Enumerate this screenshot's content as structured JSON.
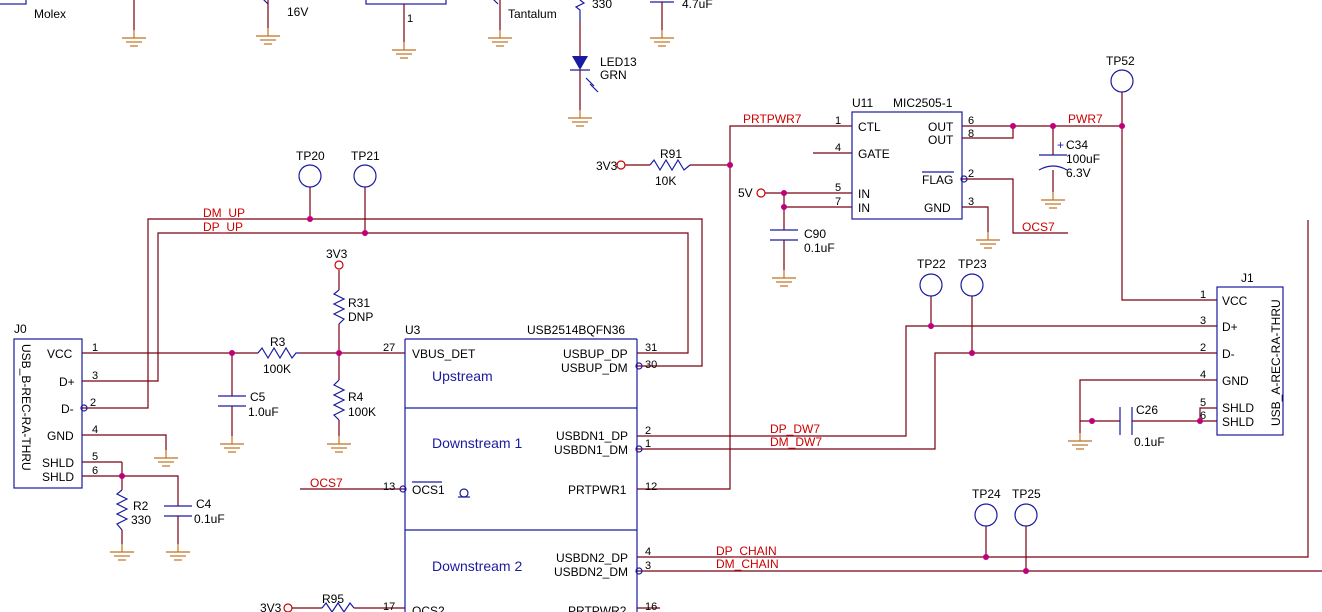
{
  "labels": {
    "top_molex": "Molex",
    "top_16v": "16V",
    "top_pin1": "1",
    "top_tantalum": "Tantalum",
    "top_r330": "330",
    "top_47uf": "4.7uF",
    "led13": "LED13",
    "led13_color": "GRN",
    "prtpwr7": "PRTPWR7",
    "u11_ref": "U11",
    "u11_part": "MIC2505-1",
    "u11_ctl": "CTL",
    "u11_gate": "GATE",
    "u11_in1": "IN",
    "u11_in2": "IN",
    "u11_out1": "OUT",
    "u11_out2": "OUT",
    "u11_flag": "FLAG",
    "u11_gnd": "GND",
    "u11_p1": "1",
    "u11_p4": "4",
    "u11_p5": "5",
    "u11_p7": "7",
    "u11_p6": "6",
    "u11_p8": "8",
    "u11_p2": "2",
    "u11_p3": "3",
    "pwr7": "PWR7",
    "tp52": "TP52",
    "c34": "C34",
    "c34_plus": "+",
    "c34_val": "100uF",
    "c34_v": "6.3V",
    "ocs7_right": "OCS7",
    "net_3v3_r91": "3V3",
    "r91": "R91",
    "r91_val": "10K",
    "net_5v": "5V",
    "c90": "C90",
    "c90_val": "0.1uF",
    "tp20": "TP20",
    "tp21": "TP21",
    "dm_up": "DM_UP",
    "dp_up": "DP_UP",
    "net_3v3_r31": "3V3",
    "r31": "R31",
    "r31_val": "DNP",
    "r3": "R3",
    "r3_val": "100K",
    "r4": "R4",
    "r4_val": "100K",
    "c5": "C5",
    "c5_val": "1.0uF",
    "j0": "J0",
    "j0_title": "USB_B-REC-RA-THRU",
    "j0_vcc": "VCC",
    "j0_dp": "D+",
    "j0_dm": "D-",
    "j0_gnd": "GND",
    "j0_shld1": "SHLD",
    "j0_shld2": "SHLD",
    "j0_p1": "1",
    "j0_p3": "3",
    "j0_p2": "2",
    "j0_p4": "4",
    "j0_p5": "5",
    "j0_p6": "6",
    "r2": "R2",
    "r2_val": "330",
    "c4": "C4",
    "c4_val": "0.1uF",
    "u3_ref": "U3",
    "u3_part": "USB2514BQFN36",
    "u3_vbus": "VBUS_DET",
    "u3_usbup_dp": "USBUP_DP",
    "u3_usbup_dm": "USBUP_DM",
    "u3_upstream": "Upstream",
    "u3_down1": "Downstream 1",
    "u3_usbdn1_dp": "USBDN1_DP",
    "u3_usbdn1_dm": "USBDN1_DM",
    "u3_ocs1": "OCS1",
    "u3_prtpwr1": "PRTPWR1",
    "u3_down2": "Downstream 2",
    "u3_usbdn2_dp": "USBDN2_DP",
    "u3_usbdn2_dm": "USBDN2_DM",
    "u3_ocs2": "OCS2",
    "u3_prtpwr2": "PRTPWR2",
    "u3_p27": "27",
    "u3_p31": "31",
    "u3_p30": "30",
    "u3_p2": "2",
    "u3_p1": "1",
    "u3_p13": "13",
    "u3_p12": "12",
    "u3_p4": "4",
    "u3_p3": "3",
    "u3_p17": "17",
    "u3_p16": "16",
    "ocs7_left": "OCS7",
    "net_3v3_r95": "3V3",
    "r95": "R95",
    "dp_dw7": "DP_DW7",
    "dm_dw7": "DM_DW7",
    "tp22": "TP22",
    "tp23": "TP23",
    "tp24": "TP24",
    "tp25": "TP25",
    "dp_chain": "DP_CHAIN",
    "dm_chain": "DM_CHAIN",
    "j1": "J1",
    "j1_title": "USB_A-REC-RA-THRU",
    "j1_vcc": "VCC",
    "j1_dp": "D+",
    "j1_dm": "D-",
    "j1_gnd": "GND",
    "j1_shld1": "SHLD",
    "j1_shld2": "SHLD",
    "j1_p1": "1",
    "j1_p3": "3",
    "j1_p2": "2",
    "j1_p4": "4",
    "j1_p5": "5",
    "j1_p6": "6",
    "c26": "C26",
    "c26_val": "0.1uF"
  },
  "colors": {
    "wire": "#7a0010",
    "component": "#1a1aa0",
    "net_label": "#cc0000",
    "junction": "#c0007a"
  }
}
